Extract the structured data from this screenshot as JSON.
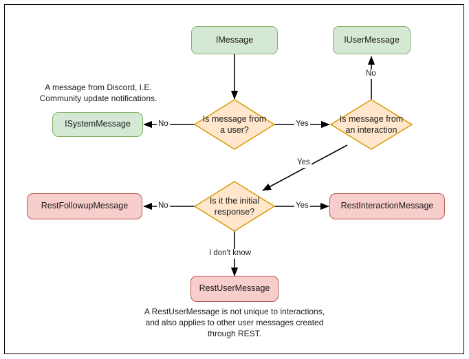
{
  "diagram": {
    "title_present": false,
    "colors": {
      "green_fill": "#d5e8d4",
      "green_stroke": "#82b366",
      "orange_fill": "#ffe6cc",
      "orange_stroke": "#d79b00",
      "red_fill": "#f8cecc",
      "red_stroke": "#b85450",
      "edge_stroke": "#000000",
      "frame_stroke": "#000000",
      "background": "#ffffff"
    },
    "nodes": {
      "imessage": {
        "label": "IMessage",
        "shape": "rounded-rect",
        "style": "green"
      },
      "iusermessage": {
        "label": "IUserMessage",
        "shape": "rounded-rect",
        "style": "green"
      },
      "isystemmessage": {
        "label": "ISystemMessage",
        "shape": "rounded-rect",
        "style": "green"
      },
      "rest_followup": {
        "label": "RestFollowupMessage",
        "shape": "rounded-rect",
        "style": "red"
      },
      "rest_interaction": {
        "label": "RestInteractionMessage",
        "shape": "rounded-rect",
        "style": "red"
      },
      "rest_user": {
        "label": "RestUserMessage",
        "shape": "rounded-rect",
        "style": "red"
      },
      "decision_user": {
        "label": "Is message from\na user?",
        "shape": "diamond",
        "style": "orange"
      },
      "decision_interaction": {
        "label": "Is message from\nan interaction",
        "shape": "diamond",
        "style": "orange"
      },
      "decision_initial": {
        "label": "Is it the initial\nresponse?",
        "shape": "diamond",
        "style": "orange"
      }
    },
    "edge_labels": {
      "user_no": "No",
      "user_yes": "Yes",
      "interaction_no": "No",
      "interaction_yes": "Yes",
      "initial_no": "No",
      "initial_yes": "Yes",
      "initial_unknown": "I don't know"
    },
    "notes": {
      "system_note": "A message from Discord, I.E.\nCommunity update notifications.",
      "rest_user_note": "A RestUserMessage is not unique to interactions,\nand also applies to other user messages created\nthrough REST."
    }
  }
}
